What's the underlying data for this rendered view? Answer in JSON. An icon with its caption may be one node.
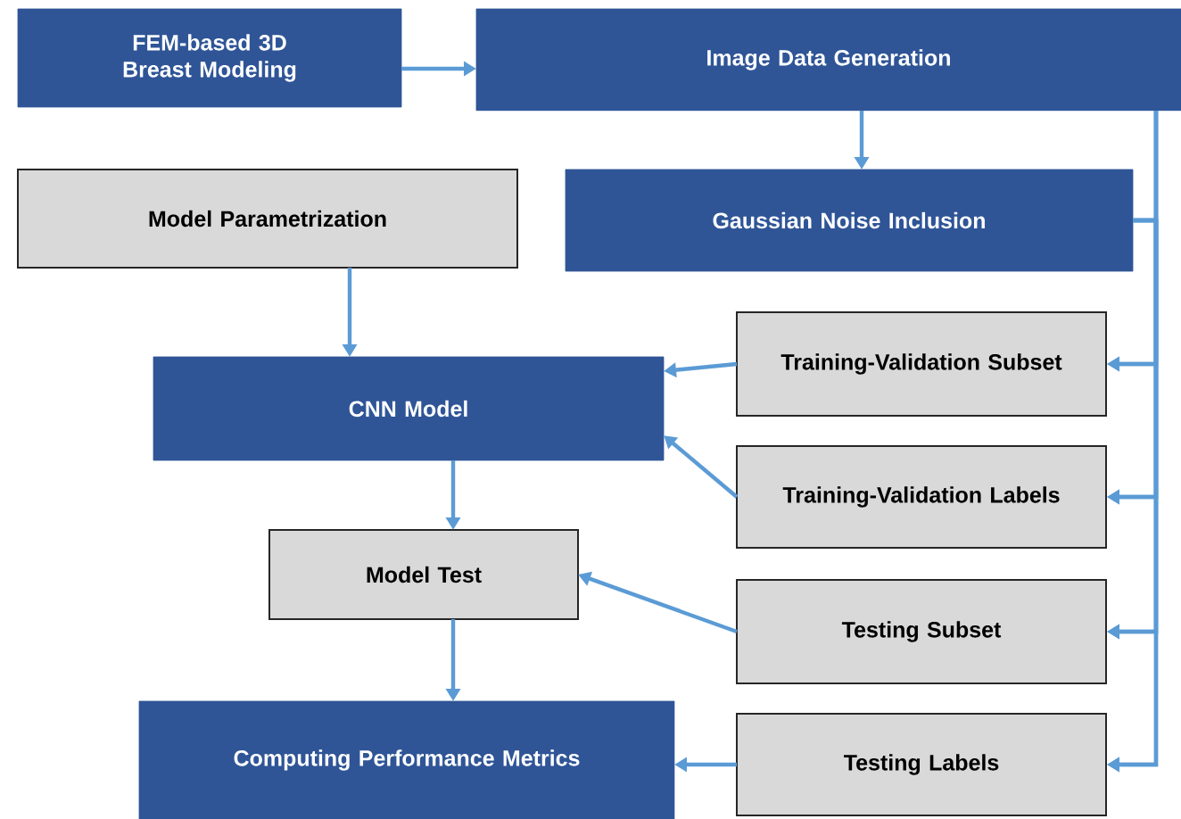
{
  "diagram": {
    "nodes": [
      {
        "text": [
          "FEM-based 3D Breast Modeling"
        ]
      },
      {
        "text": [
          "Image Data Generation"
        ]
      },
      {
        "text": [
          "Model Parametrization"
        ]
      },
      {
        "text": [
          "Gaussian Noise Inclusion"
        ]
      },
      {
        "text": [
          "CNN Model"
        ]
      },
      {
        "text": [
          "Training-Validation Subset"
        ]
      },
      {
        "text": [
          "Training-Validation Labels"
        ]
      },
      {
        "text": [
          "Model Test"
        ]
      },
      {
        "text": [
          "Testing Subset"
        ]
      },
      {
        "text": [
          "Computing Performance Metrics"
        ]
      },
      {
        "text": [
          "Testing Labels"
        ]
      }
    ],
    "edges": [
      {
        "from": 0,
        "to": 1,
        "arrow": "to"
      },
      {
        "from": 1,
        "to": 3,
        "arrow": "to"
      },
      {
        "from": 2,
        "to": 4,
        "arrow": "to"
      },
      {
        "from": 5,
        "to": 4,
        "arrow": "to"
      },
      {
        "from": 6,
        "to": 4,
        "arrow": "to"
      },
      {
        "from": 4,
        "to": 7,
        "arrow": "to"
      },
      {
        "from": 8,
        "to": 7,
        "arrow": "to"
      },
      {
        "from": 7,
        "to": 9,
        "arrow": "to"
      },
      {
        "from": 10,
        "to": 9,
        "arrow": "to"
      },
      {
        "from": 1,
        "to": 5,
        "arrow": "to"
      },
      {
        "from": 1,
        "to": 6,
        "arrow": "to"
      },
      {
        "from": 1,
        "to": 8,
        "arrow": "to"
      },
      {
        "from": 1,
        "to": 10,
        "arrow": "to"
      },
      {
        "from": 3,
        "to": 5,
        "arrow": "to"
      },
      {
        "from": 3,
        "to": 6,
        "arrow": "to"
      },
      {
        "from": 3,
        "to": 8,
        "arrow": "to"
      },
      {
        "from": 3,
        "to": 10,
        "arrow": "to"
      }
    ]
  }
}
